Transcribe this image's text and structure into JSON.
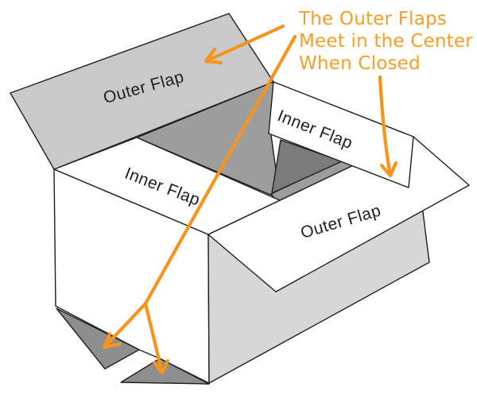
{
  "diagram": {
    "annotation": {
      "line1": "The Outer Flaps",
      "line2": "Meet in the Center",
      "line3": "When Closed"
    },
    "labels": {
      "left_outer_flap": "Outer Flap",
      "left_inner_flap": "Inner Flap",
      "right_inner_flap": "Inner Flap",
      "right_outer_flap": "Outer Flap"
    },
    "colors": {
      "annotation_orange": "#F7941E",
      "annotation_text_orange": "#F89E28",
      "box_outline": "#1f1f1f",
      "label_text": "#1f1f1f",
      "left_outer_flap_fill": "#c9c9c9",
      "right_side_fill": "#d7d7d7",
      "interior_fill": "#9d9d9d",
      "interior_shadow_fill": "#7b7b7b",
      "bottom_flap_fill": "#8e8e8e",
      "white_fill": "#ffffff",
      "background": "#ffffff"
    }
  }
}
